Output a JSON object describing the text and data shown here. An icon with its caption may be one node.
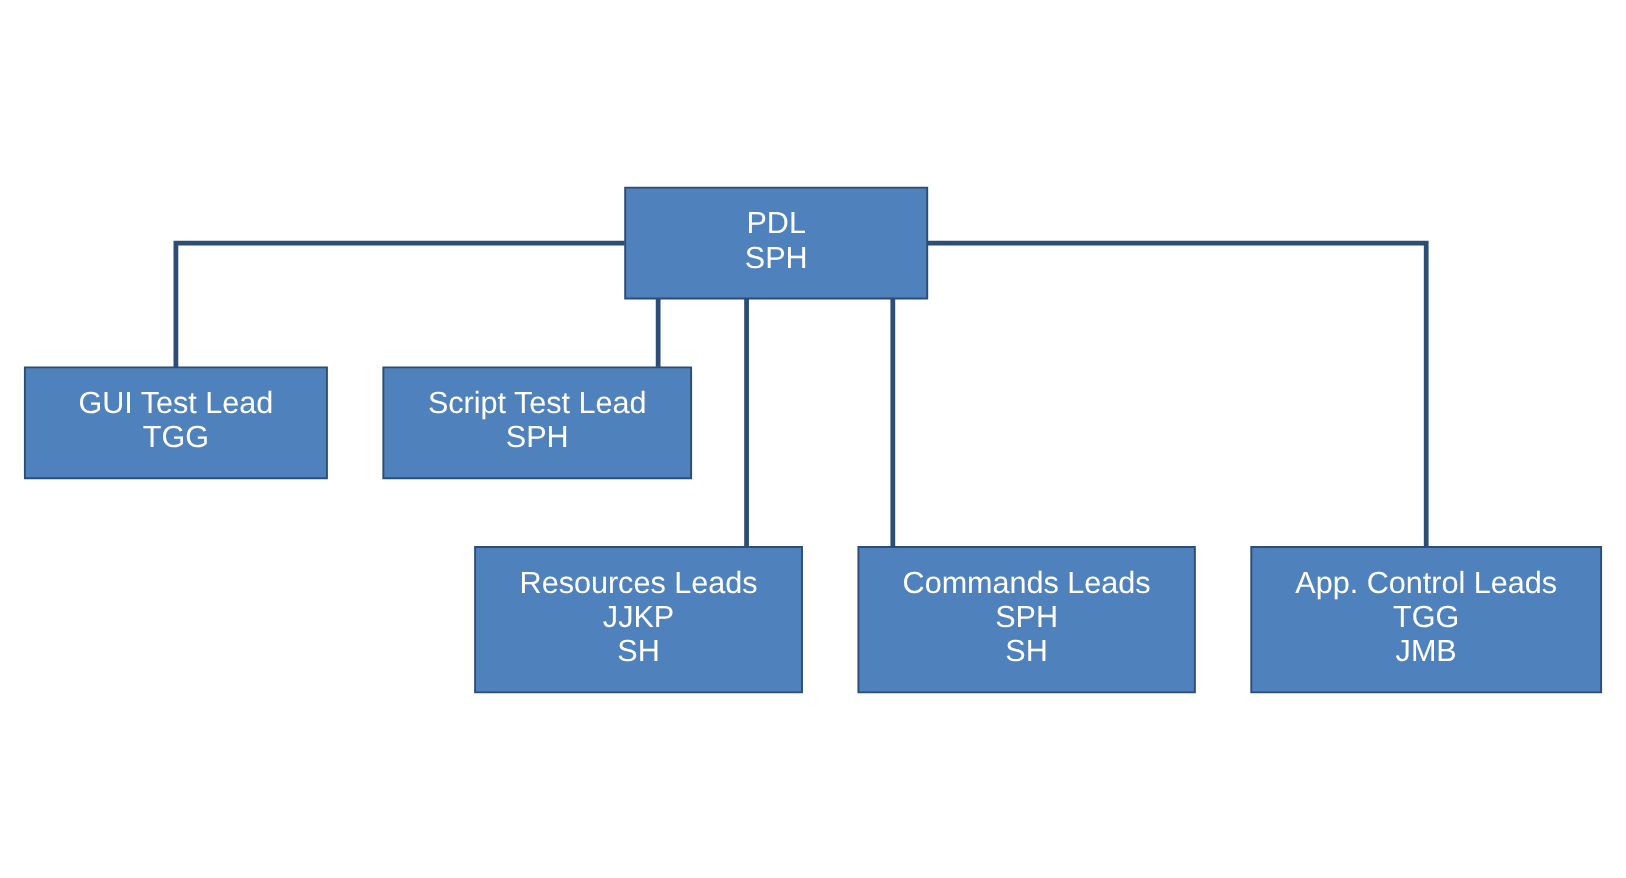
{
  "diagram": {
    "nodes": [
      {
        "text": [
          "PDL",
          "SPH"
        ]
      },
      {
        "text": [
          "GUI Test Lead",
          "TGG"
        ]
      },
      {
        "text": [
          "Script Test Lead",
          "SPH"
        ]
      },
      {
        "text": [
          "Resources Leads",
          "JJKP",
          "SH"
        ]
      },
      {
        "text": [
          "Commands Leads",
          "SPH",
          "SH"
        ]
      },
      {
        "text": [
          "App. Control Leads",
          "TGG",
          "JMB"
        ]
      }
    ],
    "edges": [
      {
        "from": 0,
        "to": 1,
        "arrow": "none"
      },
      {
        "from": 0,
        "to": 2,
        "arrow": "none"
      },
      {
        "from": 0,
        "to": 3,
        "arrow": "none"
      },
      {
        "from": 0,
        "to": 4,
        "arrow": "none"
      },
      {
        "from": 0,
        "to": 5,
        "arrow": "none"
      }
    ]
  }
}
